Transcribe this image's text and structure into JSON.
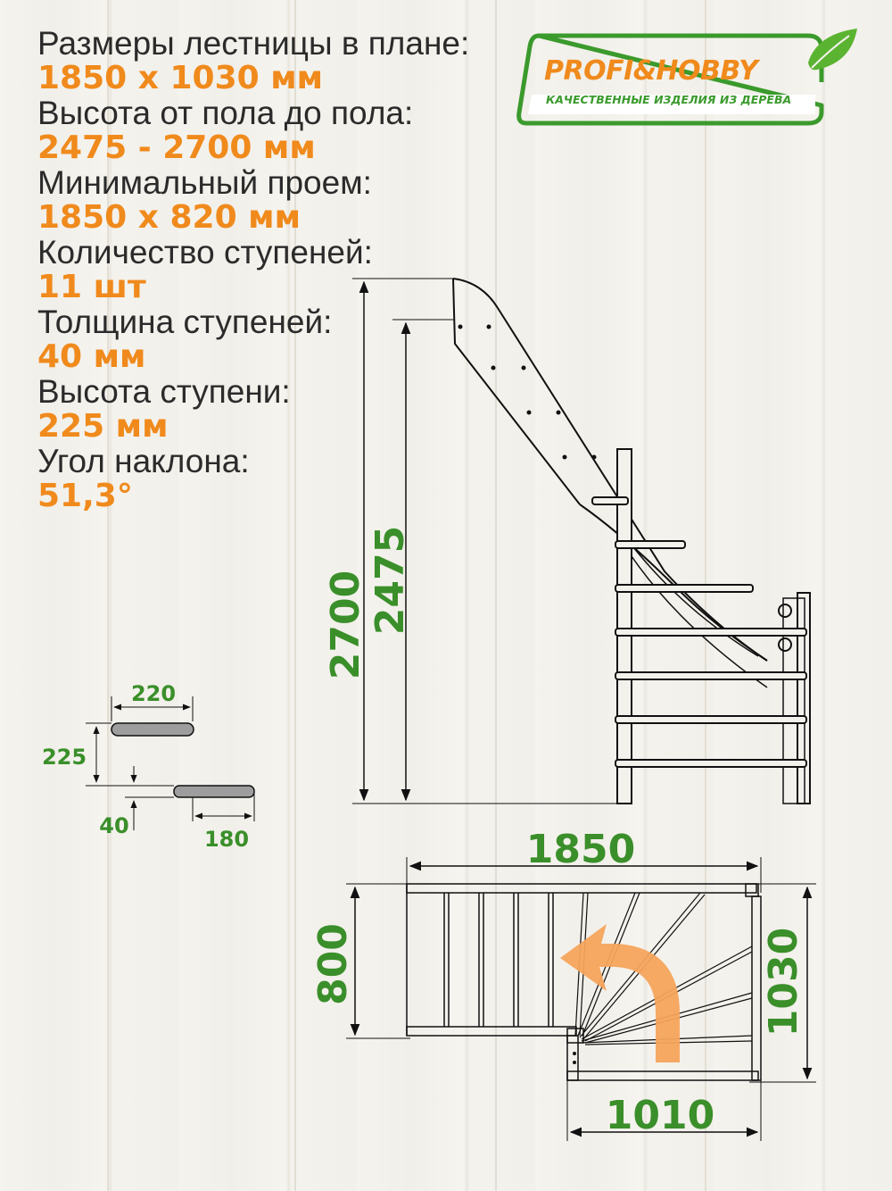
{
  "specs": [
    {
      "label": "Размеры лестницы в плане:",
      "value": "1850 x 1030 мм"
    },
    {
      "label": "Высота от пола до пола:",
      "value": "2475 - 2700 мм"
    },
    {
      "label": "Минимальный проем:",
      "value": "1850 x 820 мм"
    },
    {
      "label": "Количество ступеней:",
      "value": "11 шт"
    },
    {
      "label": "Толщина ступеней:",
      "value": "40 мм"
    },
    {
      "label": "Высота ступени:",
      "value": "225 мм"
    },
    {
      "label": "Угол наклона:",
      "value": "51,3°"
    }
  ],
  "logo": {
    "brand": "PROFI&HOBBY",
    "tagline": "КАЧЕСТВЕННЫЕ ИЗДЕЛИЯ ИЗ ДЕРЕВА"
  },
  "dimensions": {
    "height_total": "2700",
    "height_floor": "2475",
    "step_depth": "220",
    "step_rise": "225",
    "step_thickness": "40",
    "step_overlap": "180",
    "plan_length": "1850",
    "plan_width": "1030",
    "plan_opening": "800",
    "plan_turn": "1010"
  },
  "colors": {
    "accent_orange": "#f08a1c",
    "accent_green": "#3a8f2a",
    "line": "#1a1a1a"
  }
}
